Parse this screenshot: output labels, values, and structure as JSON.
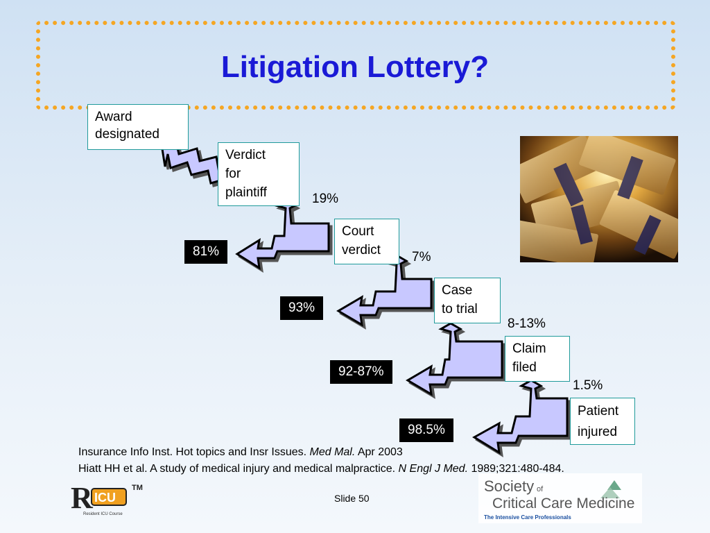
{
  "title": "Litigation Lottery?",
  "steps": [
    {
      "label_lines": [
        "Award",
        "designated"
      ]
    },
    {
      "label_lines": [
        "Verdict",
        "for",
        "plaintiff"
      ],
      "up_pct": "19%",
      "down_pct": "81%"
    },
    {
      "label_lines": [
        "Court",
        "verdict"
      ],
      "up_pct": "7%",
      "down_pct": "93%"
    },
    {
      "label_lines": [
        "Case",
        "to trial"
      ],
      "up_pct": "8-13%",
      "down_pct": "92-87%"
    },
    {
      "label_lines": [
        "Claim",
        "filed"
      ],
      "up_pct": "1.5%",
      "down_pct": "98.5%"
    },
    {
      "label_lines": [
        "Patient",
        "injured"
      ]
    }
  ],
  "references": [
    {
      "text": "Insurance Info Inst. Hot topics and Insr Issues. ",
      "journal": "Med Mal.",
      "rest": " Apr 2003"
    },
    {
      "text": "Hiatt HH et al.  A study of medical injury and medical malpractice. ",
      "journal": "N Engl J Med.",
      "rest": " 1989;321:480-484."
    }
  ],
  "slide_label": "Slide 50",
  "logos": {
    "ricu": {
      "mark": "RICU",
      "tm": "TM",
      "caption": "Resident ICU Course"
    },
    "sccm": {
      "line1": "Society",
      "of": "of",
      "line2": "Critical Care Medicine",
      "tagline": "The Intensive Care Professionals"
    }
  },
  "colors": {
    "title": "#1a1ad6",
    "frame_dots": "#f5a623",
    "arrow_fill": "#c8c8ff",
    "box_border": "#1f9a9a"
  },
  "icons": [
    "money-stack-photo",
    "stair-arrow-icon"
  ]
}
